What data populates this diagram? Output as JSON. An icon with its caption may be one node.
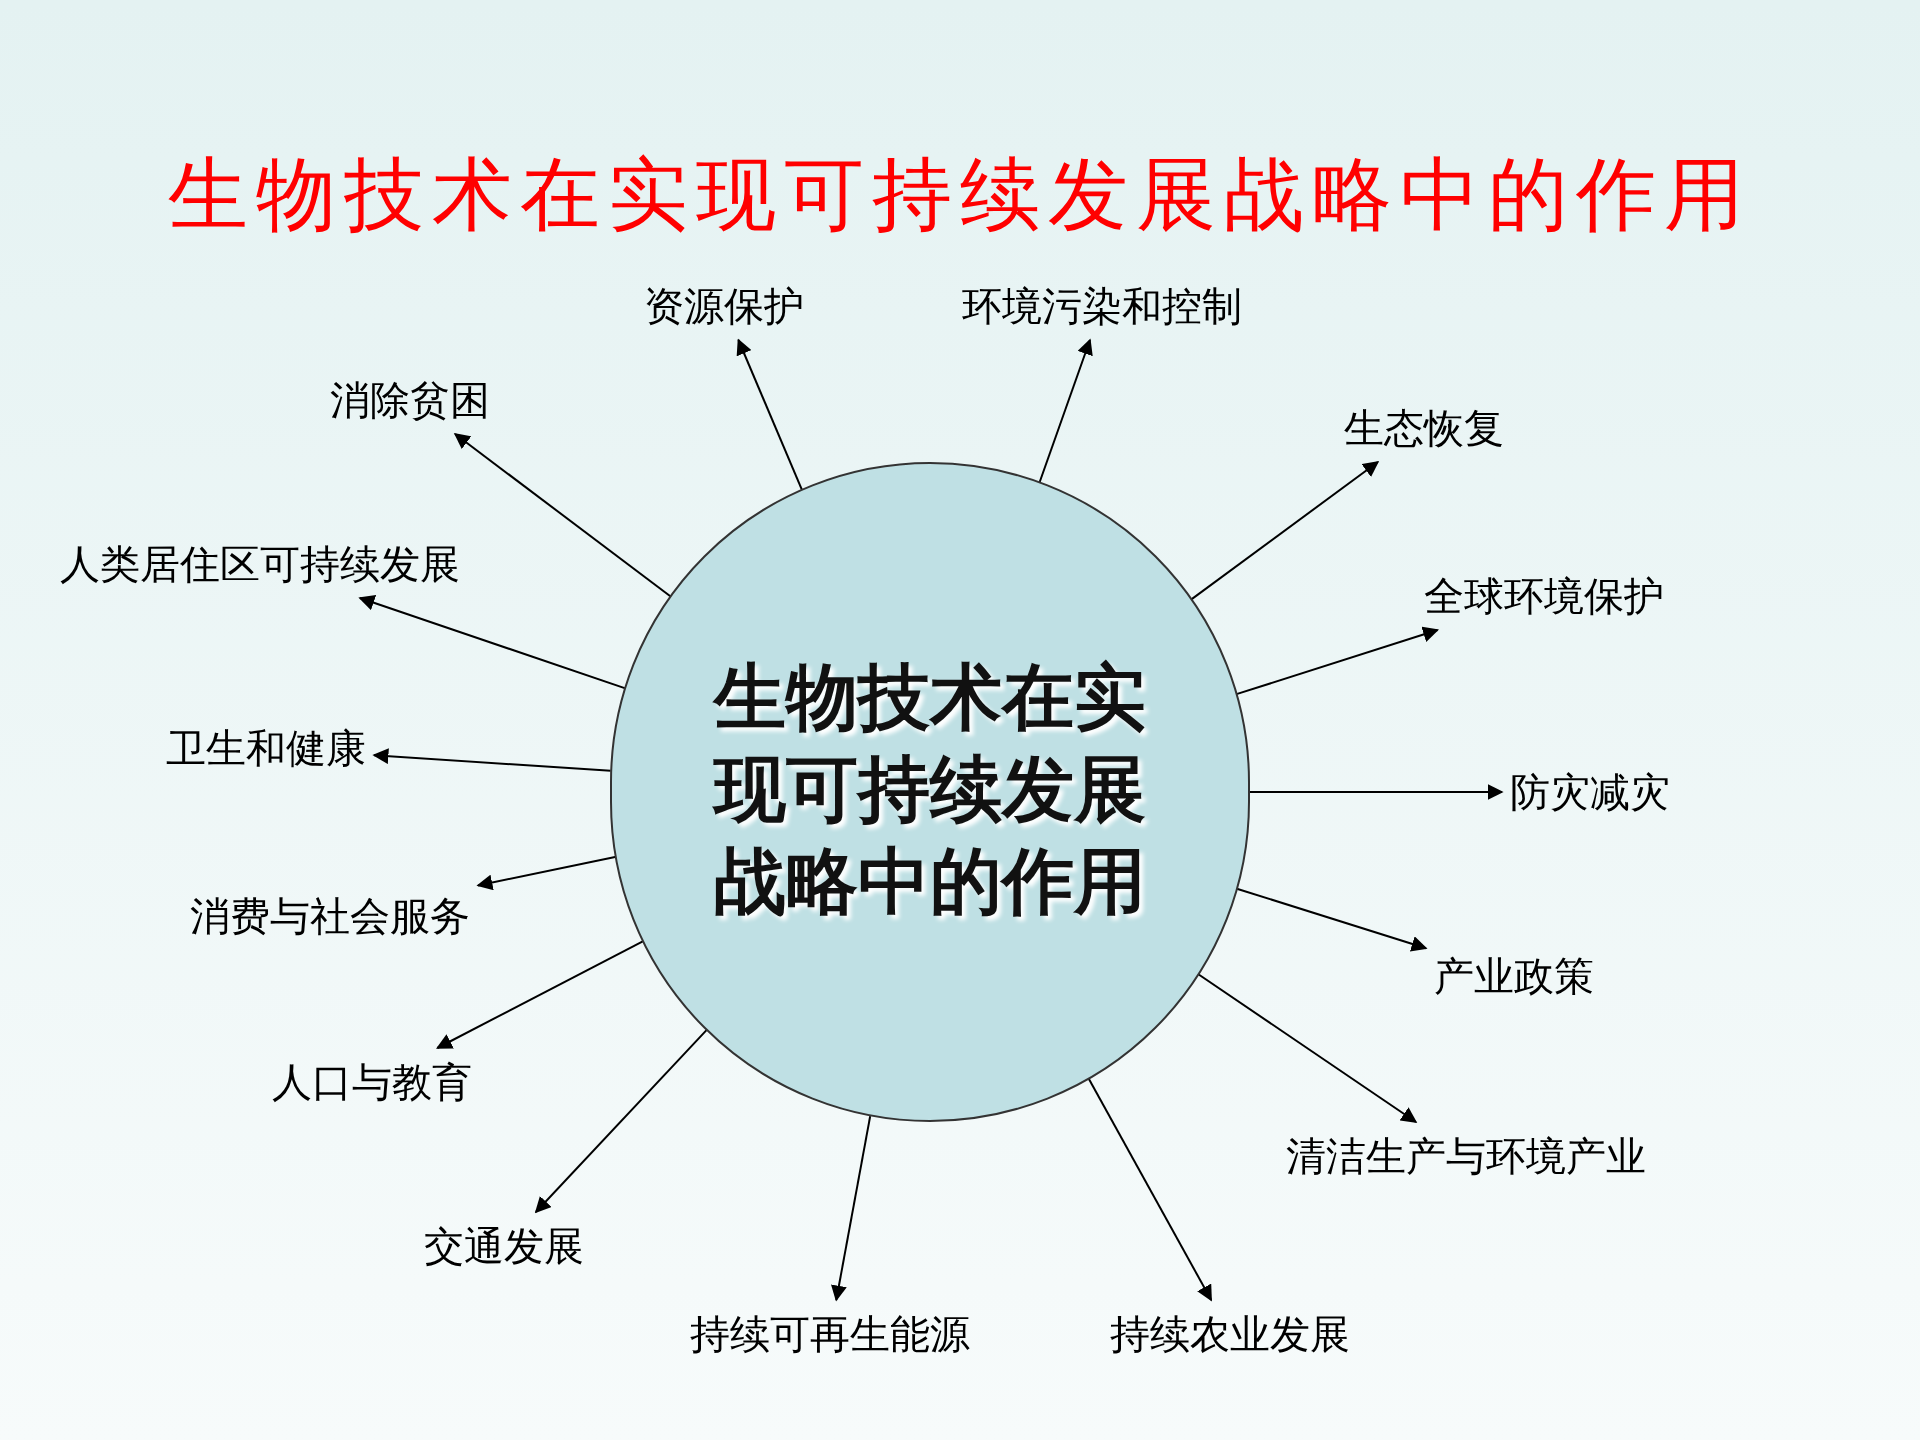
{
  "diagram": {
    "title": "生物技术在实现可持续发展战略中的作用",
    "nodes": [
      {
        "text": [
          "生物技术在实现可持续发展战略中的作用"
        ]
      },
      {
        "text": [
          "资源保护"
        ]
      },
      {
        "text": [
          "环境污染和控制"
        ]
      },
      {
        "text": [
          "生态恢复"
        ]
      },
      {
        "text": [
          "全球环境保护"
        ]
      },
      {
        "text": [
          "防灾减灾"
        ]
      },
      {
        "text": [
          "产业政策"
        ]
      },
      {
        "text": [
          "清洁生产与环境产业"
        ]
      },
      {
        "text": [
          "持续农业发展"
        ]
      },
      {
        "text": [
          "持续可再生能源"
        ]
      },
      {
        "text": [
          "交通发展"
        ]
      },
      {
        "text": [
          "人口与教育"
        ]
      },
      {
        "text": [
          "消费与社会服务"
        ]
      },
      {
        "text": [
          "卫生和健康"
        ]
      },
      {
        "text": [
          "人类居住区可持续发展"
        ]
      },
      {
        "text": [
          "消除贫困"
        ]
      }
    ],
    "edges": [
      {
        "from": 0,
        "to": 1,
        "arrow": "to"
      },
      {
        "from": 0,
        "to": 2,
        "arrow": "to"
      },
      {
        "from": 0,
        "to": 3,
        "arrow": "to"
      },
      {
        "from": 0,
        "to": 4,
        "arrow": "to"
      },
      {
        "from": 0,
        "to": 5,
        "arrow": "to"
      },
      {
        "from": 0,
        "to": 6,
        "arrow": "to"
      },
      {
        "from": 0,
        "to": 7,
        "arrow": "to"
      },
      {
        "from": 0,
        "to": 8,
        "arrow": "to"
      },
      {
        "from": 0,
        "to": 9,
        "arrow": "to"
      },
      {
        "from": 0,
        "to": 10,
        "arrow": "to"
      },
      {
        "from": 0,
        "to": 11,
        "arrow": "to"
      },
      {
        "from": 0,
        "to": 12,
        "arrow": "to"
      },
      {
        "from": 0,
        "to": 13,
        "arrow": "to"
      },
      {
        "from": 0,
        "to": 14,
        "arrow": "to"
      },
      {
        "from": 0,
        "to": 15,
        "arrow": "to"
      }
    ]
  }
}
